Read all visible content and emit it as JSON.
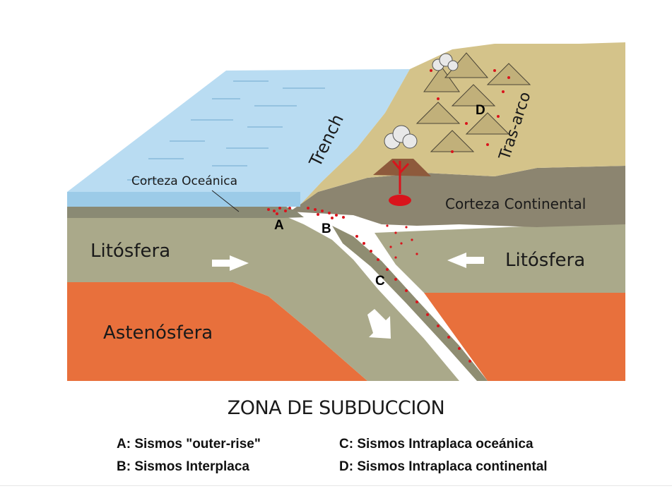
{
  "labels": {
    "trench": "Trench",
    "tras_arco": "Tras-arco",
    "corteza_oceanica": "Corteza Oceánica",
    "corteza_continental": "Corteza Continental",
    "litosfera_left": "Litósfera",
    "litosfera_right": "Litósfera",
    "astenosfera": "Astenósfera",
    "zone_a": "A",
    "zone_b": "B",
    "zone_c": "C",
    "zone_d": "D"
  },
  "caption": {
    "title": "ZONA DE SUBDUCCION",
    "legend": [
      "A: Sismos \"outer-rise\"",
      "B: Sismos Interplaca",
      "C: Sismos Intraplaca oceánica",
      "D: Sismos Intraplaca continental"
    ]
  },
  "colors": {
    "ocean": "#a9d3ef",
    "lithosphere": "#aaa98a",
    "asthenosphere": "#e8703c",
    "continental_crust": "#8c8570",
    "land": "#d4c38a",
    "earthquake": "#d9141c"
  }
}
